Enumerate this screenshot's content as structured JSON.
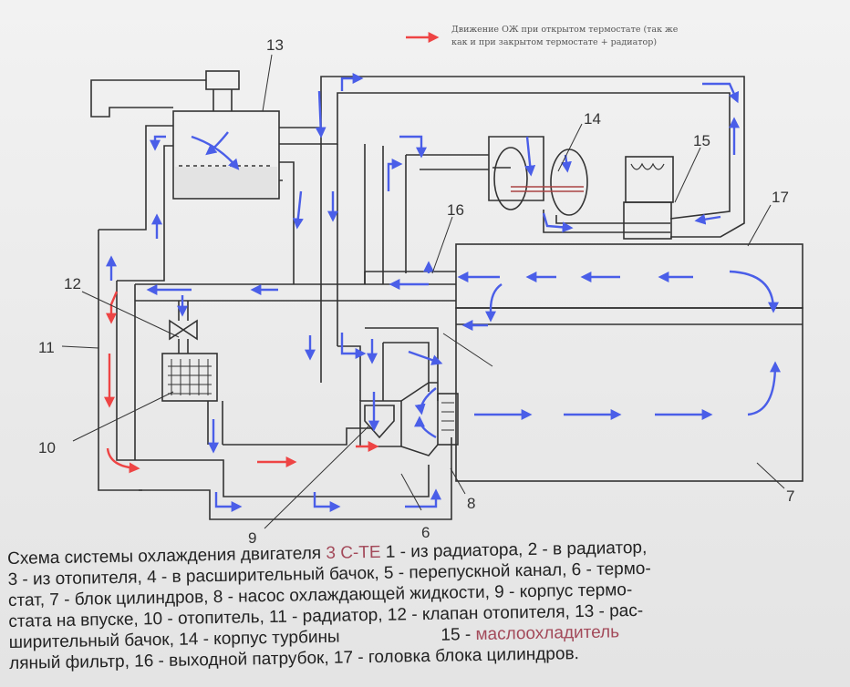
{
  "legend": {
    "line1": "Движение ОЖ при открытом термостате (так же",
    "line2": "как и при закрытом термостате + радиатор)",
    "arrow_color": "#ee4444"
  },
  "numbers": {
    "n6": "6",
    "n7": "7",
    "n8": "8",
    "n9": "9",
    "n10": "10",
    "n11": "11",
    "n12": "12",
    "n13": "13",
    "n14": "14",
    "n15": "15",
    "n16": "16",
    "n17": "17"
  },
  "caption": {
    "l1a": "Схема системы охлаждения двигателя ",
    "l1b": "3 С-ТЕ",
    "l1c": "   1 - из радиатора, 2 - в радиатор,",
    "l2": "3 - из отопителя, 4 - в расширительный бачок, 5 - перепускной канал, 6 - термо-",
    "l3": "стат, 7 - блок цилиндров, 8 - насос охлаждающей жидкости, 9 - корпус термо-",
    "l4": "стата на впуске, 10 - отопитель, 11 - радиатор, 12 - клапан отопителя, 13 - рас-",
    "l5a": "ширительный бачок, 14 - корпус    турбины",
    "l5b": "                     15 - ",
    "l5c": "маслоохладитель",
    "l6": "ляный фильтр, 16 - выходной патрубок, 17 - головка блока цилиндров."
  },
  "colors": {
    "flow": "#4a5ee8",
    "hot": "#ee4444",
    "pipe": "#333333",
    "accent": "#a34a5a"
  }
}
